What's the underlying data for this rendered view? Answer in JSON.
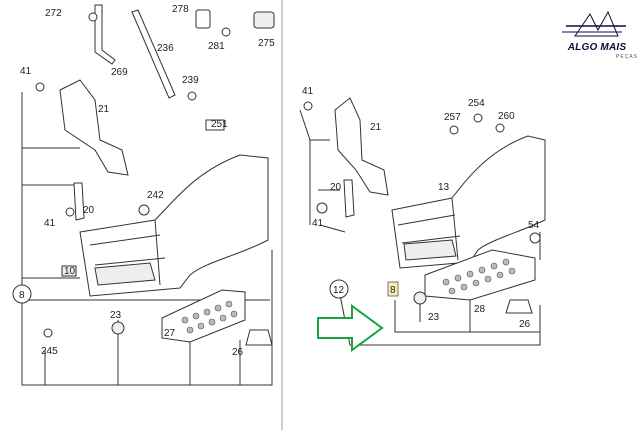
{
  "brand": {
    "name": "ALGO MAIS",
    "subtitle": "PEÇAS",
    "color": "#0b0d3a"
  },
  "arrow_color": "#1aa33a",
  "left_diagram": {
    "labels": [
      "272",
      "278",
      "281",
      "275",
      "269",
      "236",
      "41",
      "21",
      "239",
      "251",
      "242",
      "20",
      "41",
      "10",
      "8",
      "23",
      "27",
      "245",
      "26"
    ]
  },
  "right_diagram": {
    "labels": [
      "41",
      "21",
      "254",
      "257",
      "260",
      "13",
      "20",
      "41",
      "54",
      "12",
      "8",
      "23",
      "28",
      "26"
    ]
  }
}
